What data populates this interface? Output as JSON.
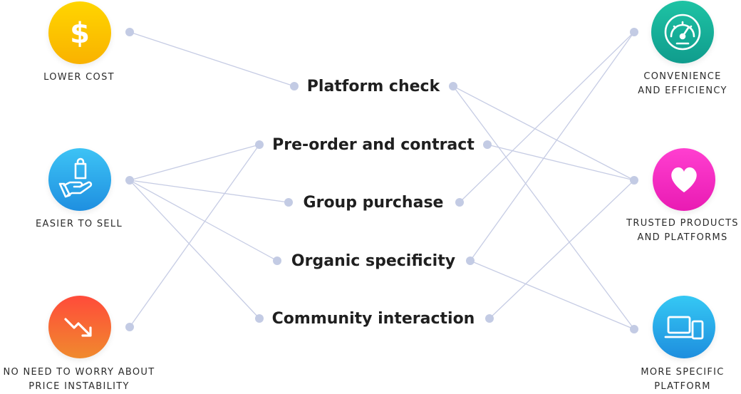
{
  "colors": {
    "connector": "#c6cce4",
    "lower_cost": "#fcc000",
    "easier_to_sell": "#2b9fe8",
    "price_instability": "#f6533a",
    "convenience": "#16b7a0",
    "trusted": "#f52cc4",
    "more_specific": "#23a5e8"
  },
  "left": [
    {
      "icon": "dollar-icon",
      "lines": [
        "LOWER COST"
      ]
    },
    {
      "icon": "shopping-hand-icon",
      "lines": [
        "EASIER TO SELL"
      ]
    },
    {
      "icon": "trend-down-icon",
      "lines": [
        "NO NEED TO WORRY ABOUT",
        "PRICE INSTABILITY"
      ]
    }
  ],
  "center": [
    {
      "label": "Platform check"
    },
    {
      "label": "Pre-order and contract"
    },
    {
      "label": "Group purchase"
    },
    {
      "label": "Organic specificity"
    },
    {
      "label": "Community interaction"
    }
  ],
  "right": [
    {
      "icon": "speedometer-icon",
      "lines": [
        "CONVENIENCE",
        "AND EFFICIENCY"
      ]
    },
    {
      "icon": "heart-icon",
      "lines": [
        "TRUSTED PRODUCTS",
        "AND PLATFORMS"
      ]
    },
    {
      "icon": "devices-icon",
      "lines": [
        "MORE SPECIFIC",
        "PLATFORM"
      ]
    }
  ],
  "connections": [
    {
      "from": "LOWER COST",
      "to": "Platform check"
    },
    {
      "from": "EASIER TO SELL",
      "to": "Pre-order and contract"
    },
    {
      "from": "EASIER TO SELL",
      "to": "Group purchase"
    },
    {
      "from": "EASIER TO SELL",
      "to": "Organic specificity"
    },
    {
      "from": "EASIER TO SELL",
      "to": "Community interaction"
    },
    {
      "from": "PRICE INSTABILITY",
      "to": "Pre-order and contract"
    },
    {
      "from": "Platform check",
      "to": "TRUSTED PRODUCTS AND PLATFORMS"
    },
    {
      "from": "Platform check",
      "to": "MORE SPECIFIC PLATFORM"
    },
    {
      "from": "Pre-order and contract",
      "to": "TRUSTED PRODUCTS AND PLATFORMS"
    },
    {
      "from": "Group purchase",
      "to": "CONVENIENCE AND EFFICIENCY"
    },
    {
      "from": "Organic specificity",
      "to": "CONVENIENCE AND EFFICIENCY"
    },
    {
      "from": "Organic specificity",
      "to": "MORE SPECIFIC PLATFORM"
    },
    {
      "from": "Community interaction",
      "to": "TRUSTED PRODUCTS AND PLATFORMS"
    }
  ]
}
